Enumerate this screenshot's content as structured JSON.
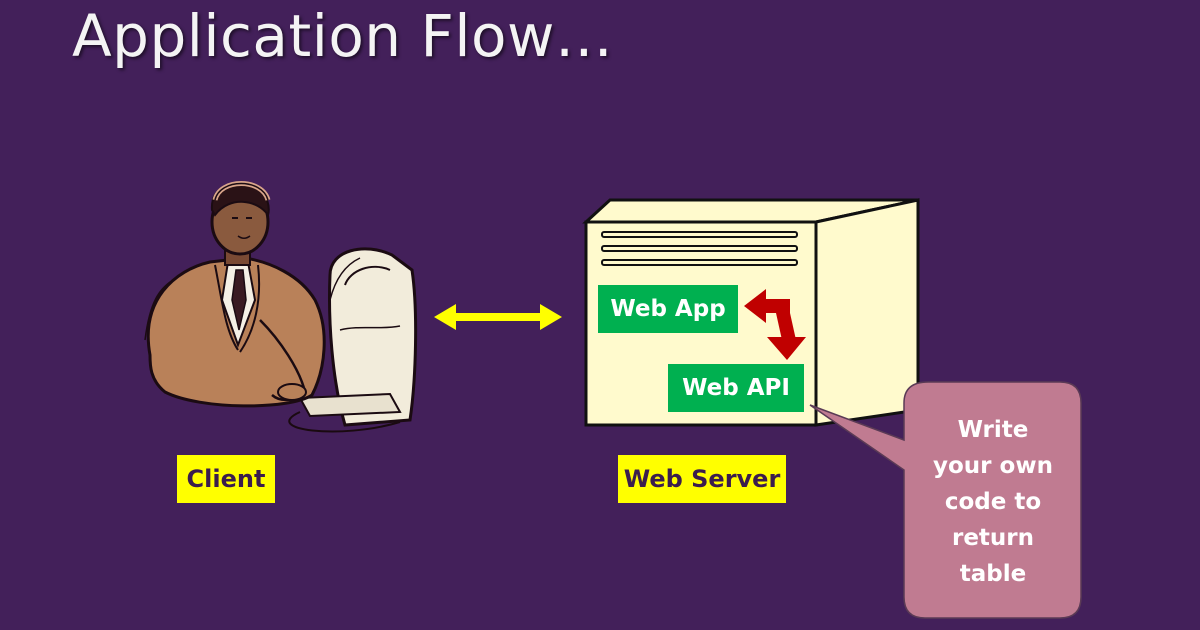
{
  "title": "Application Flow…",
  "labels": {
    "client": "Client",
    "web_server": "Web Server",
    "web_app": "Web App",
    "web_api": "Web API"
  },
  "callout": {
    "lines": [
      "Write",
      "your own",
      "code to",
      "return",
      "table"
    ]
  },
  "icons": {
    "client": "person-at-computer-icon",
    "server": "server-cabinet-icon",
    "connection": "double-arrow-icon",
    "flow": "bidirectional-flow-arrow-icon"
  },
  "colors": {
    "background": "#43205a",
    "label_bg": "#ffff00",
    "box_bg": "#00b050",
    "arrow_red": "#c00000",
    "server_fill": "#fffacd",
    "callout": "#c07b91"
  }
}
